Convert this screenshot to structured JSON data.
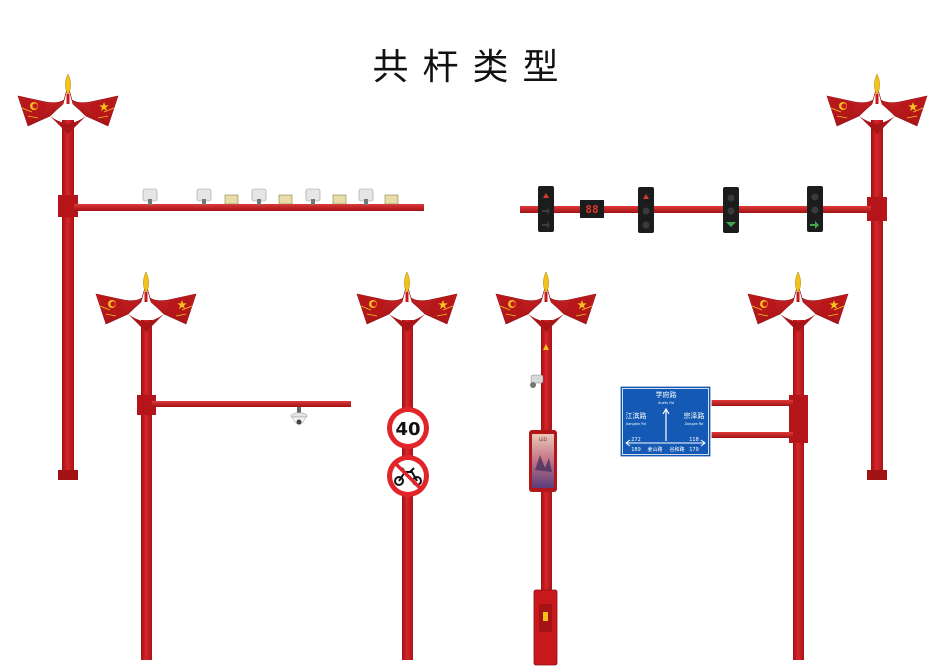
{
  "title": "共杆类型",
  "colors": {
    "pole": "#c8181c",
    "pole_dark": "#9e1013",
    "pole_light": "#e0393b",
    "emblem": "#f3c21d",
    "sign_blue": "#1459b3",
    "sign_red": "#e0242a",
    "signal_housing": "#1c1c1c",
    "signal_red": "#d83a2b",
    "signal_green": "#3ea84a"
  },
  "poles": [
    {
      "name": "camera-array-pole",
      "equipment": [
        "bullet-camera",
        "fill-light"
      ]
    },
    {
      "name": "traffic-signal-pole",
      "equipment": [
        "traffic-light",
        "countdown-display"
      ]
    },
    {
      "name": "dome-camera-pole",
      "equipment": [
        "dome-camera"
      ]
    },
    {
      "name": "traffic-sign-pole",
      "equipment": [
        "speed-limit-sign",
        "no-motorcycle-sign"
      ]
    },
    {
      "name": "smart-screen-pole",
      "equipment": [
        "advertising-screen",
        "charging-cabinet"
      ]
    },
    {
      "name": "guide-sign-pole",
      "equipment": [
        "road-guide-sign"
      ]
    }
  ],
  "signs": {
    "speed_limit": "40",
    "countdown": "88"
  },
  "guide_sign": {
    "title_cn": "学府路",
    "title_en": "Xuefu Rd",
    "left_cn": "江滨路",
    "left_en": "Jiangbin Rd",
    "right_cn": "宗泽路",
    "right_en": "Zongze Rd",
    "left_top_num": "272",
    "left_bottom_num": "189",
    "right_top_num": "118",
    "right_bottom_num": "179",
    "bottom_left_cn": "姜山路",
    "bottom_right_cn": "谷和路"
  },
  "screen": {
    "label": "LED"
  }
}
